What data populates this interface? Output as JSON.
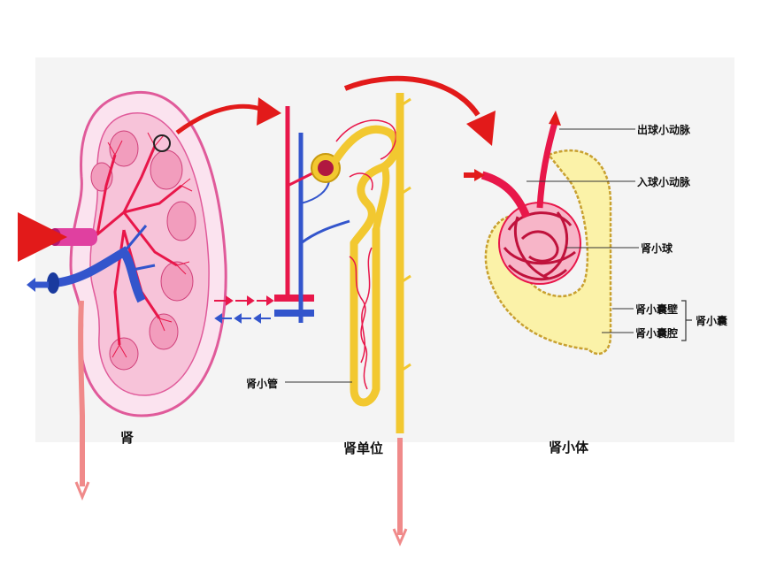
{
  "panels": {
    "kidney": {
      "caption": "肾"
    },
    "nephron": {
      "caption": "肾单位",
      "tubule_label": "肾小管"
    },
    "corpuscle": {
      "caption": "肾小体",
      "efferent_label": "出球小动脉",
      "afferent_label": "入球小动脉",
      "glomerulus_label": "肾小球",
      "capsule_wall_label": "肾小囊壁",
      "capsule_cavity_label": "肾小囊腔",
      "capsule_label": "肾小囊"
    }
  },
  "colors": {
    "artery": "#e8174a",
    "vein": "#3355cc",
    "kidney_pink": "#e05a9a",
    "tubule": "#f2c830",
    "capsule_fill": "#fbf2a8",
    "arrow_red": "#e21a1a",
    "urine": "#f08a8a"
  }
}
